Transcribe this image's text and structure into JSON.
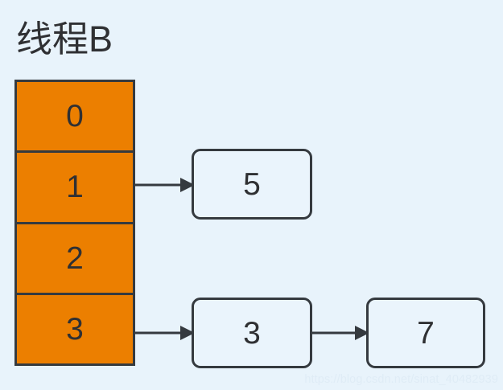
{
  "diagram": {
    "title": "线程B",
    "background_color": "#e8f3fb",
    "stroke_color": "#353a3f",
    "bucket_color": "#ec7f00",
    "node_fill_color": "#eaf4fc",
    "array": {
      "name": "hash-bucket-array",
      "cells": [
        {
          "index": "0",
          "label": "0"
        },
        {
          "index": "1",
          "label": "1"
        },
        {
          "index": "2",
          "label": "2"
        },
        {
          "index": "3",
          "label": "3"
        }
      ]
    },
    "nodes": [
      {
        "id": "node-5",
        "label": "5"
      },
      {
        "id": "node-3",
        "label": "3"
      },
      {
        "id": "node-7",
        "label": "7"
      }
    ],
    "arrows": [
      {
        "id": "arrow-1-to-5",
        "from": "1",
        "to": "5"
      },
      {
        "id": "arrow-3-to-3",
        "from": "3",
        "to": "3"
      },
      {
        "id": "arrow-3-to-7",
        "from": "3",
        "to": "7"
      }
    ]
  },
  "watermark": {
    "text": "https://blog.csdn.net/sinat_40482939"
  }
}
